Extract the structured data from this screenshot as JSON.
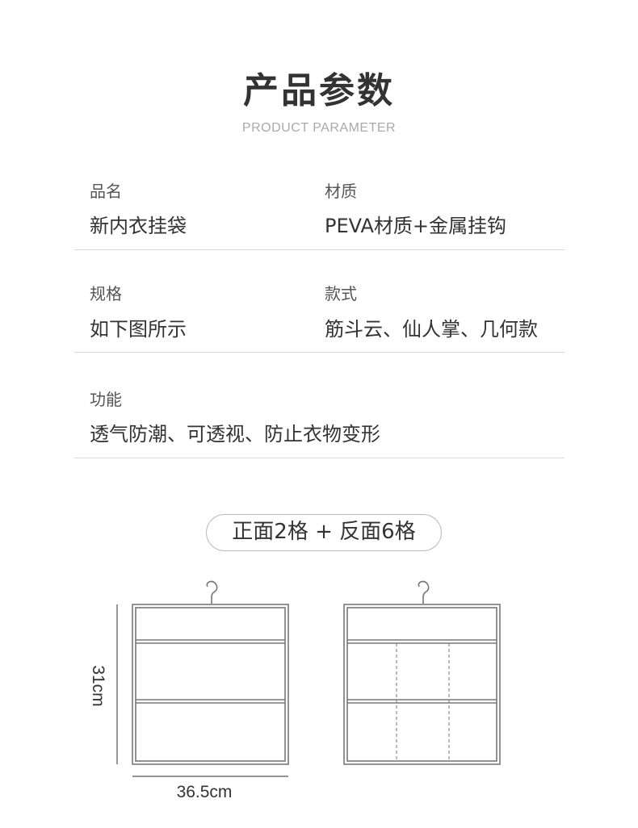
{
  "header": {
    "title": "产品参数",
    "subtitle": "PRODUCT PARAMETER"
  },
  "params": [
    {
      "label": "品名",
      "value": "新内衣挂袋"
    },
    {
      "label": "材质",
      "value": "PEVA材质+金属挂钩"
    },
    {
      "label": "规格",
      "value": "如下图所示"
    },
    {
      "label": "款式",
      "value": "筋斗云、仙人掌、几何款"
    },
    {
      "label": "功能",
      "value": "透气防潮、可透视、防止衣物变形"
    }
  ],
  "diagram": {
    "caption": "正面2格 + 反面6格",
    "front_pockets": 2,
    "back_pockets": 6,
    "width_label": "36.5cm",
    "height_label": "31cm"
  }
}
